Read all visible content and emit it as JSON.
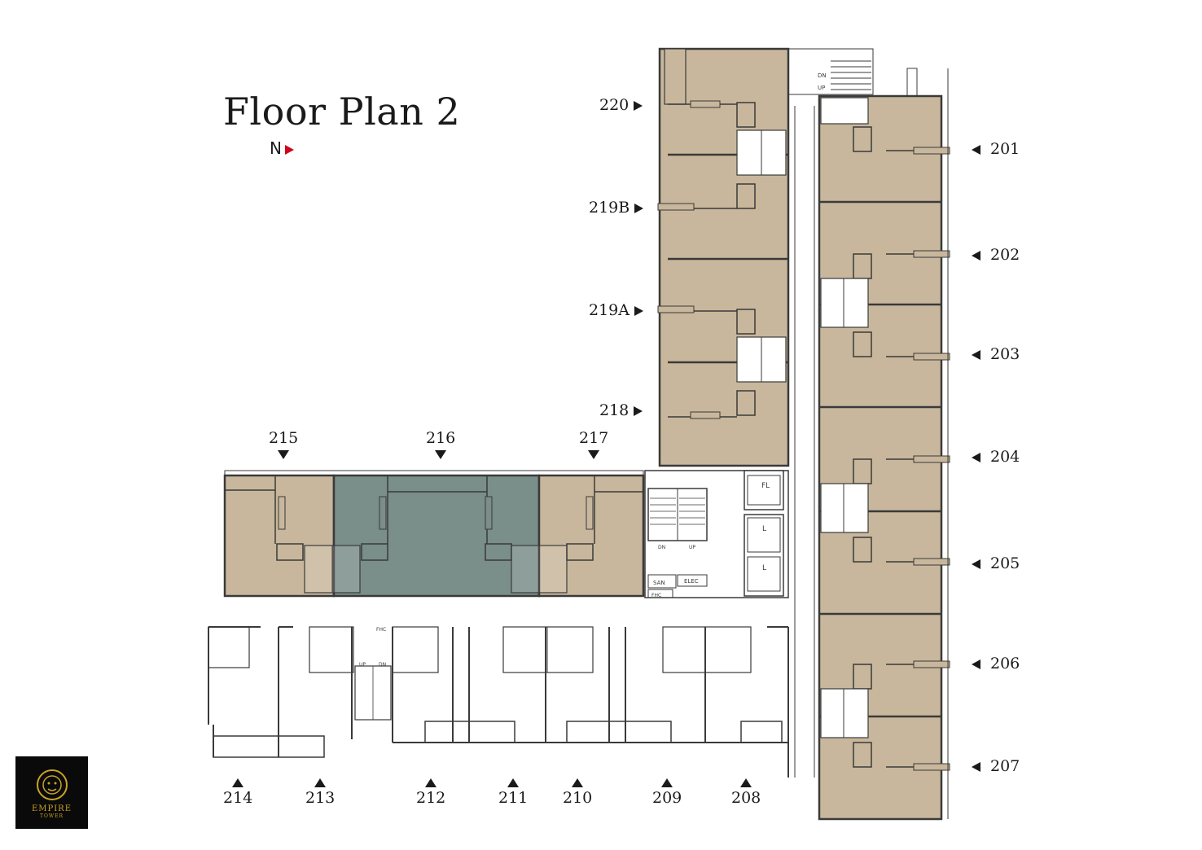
{
  "title": "Floor Plan 2",
  "north_label": "N",
  "colors": {
    "unit_tan": "#c8b79c",
    "unit_teal": "#7a8e8a",
    "wall": "#3a3a3a",
    "north_arrow": "#d0021b",
    "logo_gold": "#c9a227"
  },
  "units_west_column": [
    "220",
    "219B",
    "219A",
    "218"
  ],
  "units_east_column": [
    "201",
    "202",
    "203",
    "204",
    "205",
    "206",
    "207"
  ],
  "units_top_wing": [
    "215",
    "216",
    "217"
  ],
  "units_bottom_wing": [
    "214",
    "213",
    "212",
    "211",
    "210",
    "209",
    "208"
  ],
  "core_labels": {
    "elevator_1": "L",
    "elevator_2": "L",
    "freight": "FL",
    "sanitation": "SAN",
    "electrical": "ELEC",
    "fhc": "FHC",
    "fhc_2": "FHC",
    "down": "DN",
    "up": "UP",
    "down_2": "DN",
    "up_2": "UP",
    "down_3": "DN",
    "up_3": "UP"
  },
  "logo": {
    "name": "EMPIRE",
    "sub": "TOWER"
  }
}
